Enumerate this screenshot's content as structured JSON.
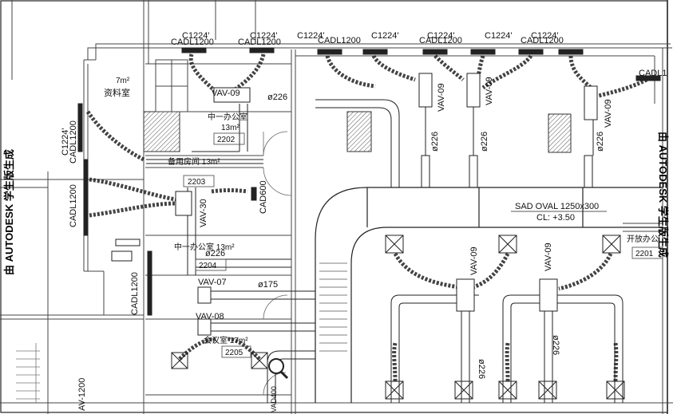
{
  "watermark": "由 AUTODESK 学生版生成",
  "diffuser_labels": [
    "C1224'",
    "CADL1200",
    "C1224'",
    "CADL1200",
    "C1224'",
    "CADL1200",
    "C1224'",
    "C1224'",
    "CADL1200",
    "C1224'",
    "C1224'",
    "CADL1200"
  ],
  "right_top_label": "CADL1",
  "left_labels": [
    "CADL1200",
    "C1224'",
    "CADL1200",
    "CADL1200"
  ],
  "vav_labels": [
    "VAV-09",
    "VAV-09",
    "VAV-09",
    "VAV-09",
    "VAV-07",
    "VAV-08",
    "VAV-09",
    "VAV-09"
  ],
  "vav_side_label": "VAV-30",
  "diameters": [
    "ø226",
    "ø226",
    "ø226",
    "ø226",
    "ø175",
    "ø226",
    "ø226",
    "ø226"
  ],
  "rooms": [
    {
      "name": "7m²",
      "area": "资料室"
    },
    {
      "name": "中一办公室",
      "area": "13m²",
      "num": "2202"
    },
    {
      "name": "备用房间 13m²"
    },
    {
      "num": "2203"
    },
    {
      "name": "中一办公室 13m²",
      "num": "2204"
    },
    {
      "name": "会议室 17m²",
      "num": "2205"
    },
    {
      "name": "开放办公",
      "num": "2201"
    }
  ],
  "duct_label": "SAD OVAL 1250x300",
  "duct_level": "CL: +3.50",
  "cad600": "CAD600",
  "bottom_left": "AV-1200",
  "bottom_mid": "VAD400",
  "colors": {
    "line": "#2a2a2a",
    "light": "#7a7a7a",
    "hatch": "#555555",
    "bg": "#ffffff"
  },
  "icons": [
    "magnifier-icon"
  ]
}
